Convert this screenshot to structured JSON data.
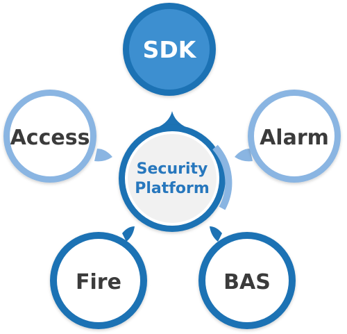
{
  "diagram": {
    "center": {
      "line1": "Security",
      "line2": "Platform"
    },
    "nodes": {
      "sdk": "SDK",
      "access": "Access",
      "alarm": "Alarm",
      "fire": "Fire",
      "bas": "BAS"
    }
  },
  "colors": {
    "dark_blue": "#1d72b4",
    "mid_blue": "#3d8fd0",
    "light_blue": "#8ab5e2",
    "center_text": "#2777bd",
    "node_text": "#3b3b3b",
    "inner_fill": "#ffffff",
    "center_fill": "#f1f1f1"
  }
}
